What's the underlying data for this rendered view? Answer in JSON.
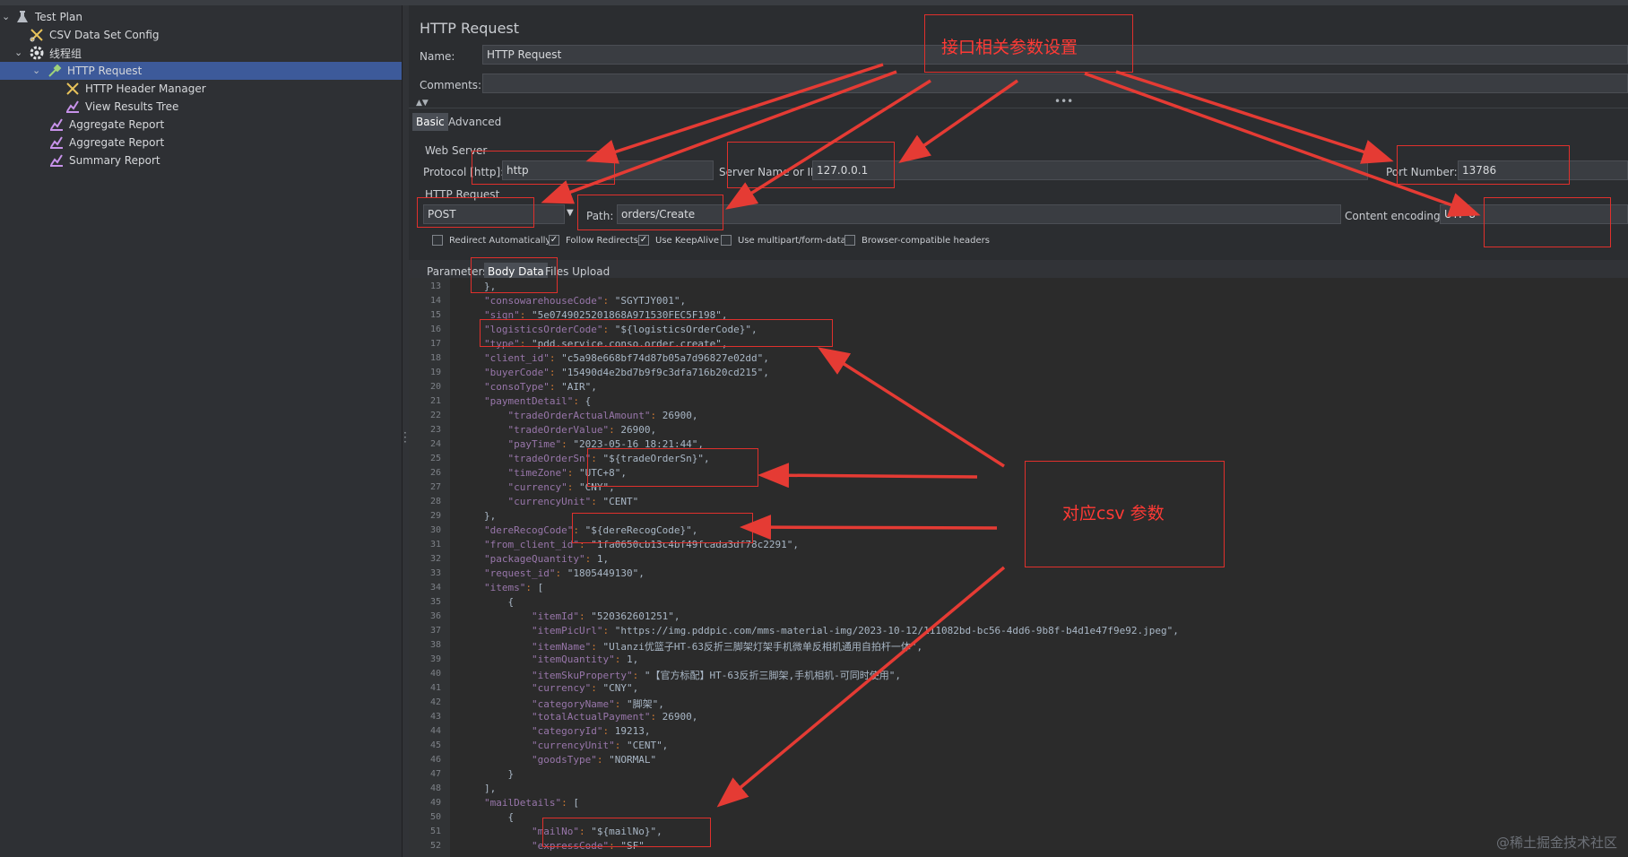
{
  "tree": {
    "items": [
      {
        "label": "Test Plan",
        "icon": "flask-icon"
      },
      {
        "label": "CSV Data Set Config",
        "icon": "scissors-icon"
      },
      {
        "label": "线程组",
        "icon": "gear-icon"
      },
      {
        "label": "HTTP Request",
        "icon": "pipette-icon"
      },
      {
        "label": "HTTP Header Manager",
        "icon": "scissors-icon"
      },
      {
        "label": "View Results Tree",
        "icon": "chart-icon"
      },
      {
        "label": "Aggregate Report",
        "icon": "chart-icon"
      },
      {
        "label": "Aggregate Report",
        "icon": "chart-icon"
      },
      {
        "label": "Summary Report",
        "icon": "chart-icon"
      }
    ]
  },
  "panel": {
    "title": "HTTP Request",
    "name_label": "Name:",
    "name_value": "HTTP Request",
    "comments_label": "Comments:",
    "comments_value": "",
    "tabs": [
      "Basic",
      "Advanced"
    ],
    "web_server_label": "Web Server",
    "protocol_label": "Protocol [http]:",
    "protocol_value": "http",
    "server_label": "Server Name or IP:",
    "server_value": "127.0.0.1",
    "port_label": "Port Number:",
    "port_value": "13786",
    "http_request_label": "HTTP Request",
    "method_value": "POST",
    "path_label": "Path:",
    "path_value": "orders/Create",
    "encoding_label": "Content encoding:",
    "encoding_value": "UTF-8",
    "checkboxes": [
      {
        "label": "Redirect Automatically",
        "checked": false
      },
      {
        "label": "Follow Redirects",
        "checked": true
      },
      {
        "label": "Use KeepAlive",
        "checked": true
      },
      {
        "label": "Use multipart/form-data",
        "checked": false
      },
      {
        "label": "Browser-compatible headers",
        "checked": false
      }
    ],
    "body_tabs": [
      "Parameters",
      "Body Data",
      "Files Upload"
    ]
  },
  "code": {
    "lines": [
      {
        "n": "13",
        "t": "},"
      },
      {
        "n": "14",
        "t": "\"consowarehouseCode\": \"SGYTJY001\","
      },
      {
        "n": "15",
        "t": "\"sign\": \"5e0749025201868A971530FEC5F198\","
      },
      {
        "n": "16",
        "t": "\"logisticsOrderCode\": \"${logisticsOrderCode}\","
      },
      {
        "n": "17",
        "t": "\"type\": \"pdd.service.conso.order.create\","
      },
      {
        "n": "18",
        "t": "\"client_id\": \"c5a98e668bf74d87b05a7d96827e02dd\","
      },
      {
        "n": "19",
        "t": "\"buyerCode\": \"15490d4e2bd7b9f9c3dfa716b20cd215\","
      },
      {
        "n": "20",
        "t": "\"consoType\": \"AIR\","
      },
      {
        "n": "21",
        "t": "\"paymentDetail\": {"
      },
      {
        "n": "22",
        "t": "    \"tradeOrderActualAmount\": 26900,"
      },
      {
        "n": "23",
        "t": "    \"tradeOrderValue\": 26900,"
      },
      {
        "n": "24",
        "t": "    \"payTime\": \"2023-05-16 18:21:44\","
      },
      {
        "n": "25",
        "t": "    \"tradeOrderSn\": \"${tradeOrderSn}\","
      },
      {
        "n": "26",
        "t": "    \"timeZone\": \"UTC+8\","
      },
      {
        "n": "27",
        "t": "    \"currency\": \"CNY\","
      },
      {
        "n": "28",
        "t": "    \"currencyUnit\": \"CENT\""
      },
      {
        "n": "29",
        "t": "},"
      },
      {
        "n": "30",
        "t": "\"dereRecogCode\": \"${dereRecogCode}\","
      },
      {
        "n": "31",
        "t": "\"from_client_id\": \"1fa0650cb13c4bf49fcada3df78c2291\","
      },
      {
        "n": "32",
        "t": "\"packageQuantity\": 1,"
      },
      {
        "n": "33",
        "t": "\"request_id\": \"1805449130\","
      },
      {
        "n": "34",
        "t": "\"items\": ["
      },
      {
        "n": "35",
        "t": "    {"
      },
      {
        "n": "36",
        "t": "        \"itemId\": \"520362601251\","
      },
      {
        "n": "37",
        "t": "        \"itemPicUrl\": \"https://img.pddpic.com/mms-material-img/2023-10-12/111082bd-bc56-4dd6-9b8f-b4d1e47f9e92.jpeg\","
      },
      {
        "n": "38",
        "t": "        \"itemName\": \"Ulanzi优篮子HT-63反折三脚架灯架手机微单反相机通用自拍杆一体\","
      },
      {
        "n": "39",
        "t": "        \"itemQuantity\": 1,"
      },
      {
        "n": "40",
        "t": "        \"itemSkuProperty\": \"【官方标配】HT-63反折三脚架,手机相机-可同时使用\","
      },
      {
        "n": "41",
        "t": "        \"currency\": \"CNY\","
      },
      {
        "n": "42",
        "t": "        \"categoryName\": \"脚架\","
      },
      {
        "n": "43",
        "t": "        \"totalActualPayment\": 26900,"
      },
      {
        "n": "44",
        "t": "        \"categoryId\": 19213,"
      },
      {
        "n": "45",
        "t": "        \"currencyUnit\": \"CENT\","
      },
      {
        "n": "46",
        "t": "        \"goodsType\": \"NORMAL\""
      },
      {
        "n": "47",
        "t": "    }"
      },
      {
        "n": "48",
        "t": "],"
      },
      {
        "n": "49",
        "t": "\"mailDetails\": ["
      },
      {
        "n": "50",
        "t": "    {"
      },
      {
        "n": "51",
        "t": "        \"mailNo\": \"${mailNo}\","
      },
      {
        "n": "52",
        "t": "        \"expressCode\": \"SF\""
      }
    ]
  },
  "annotations": {
    "top": "接口相关参数设置",
    "csv": "对应csv 参数"
  },
  "watermark": "@稀土掘金技术社区",
  "colors": {
    "annotation": "#e0302c",
    "selection": "#3d5a9a",
    "json_key": "#9876aa",
    "json_string": "#6a8759",
    "json_number": "#6897bb"
  }
}
